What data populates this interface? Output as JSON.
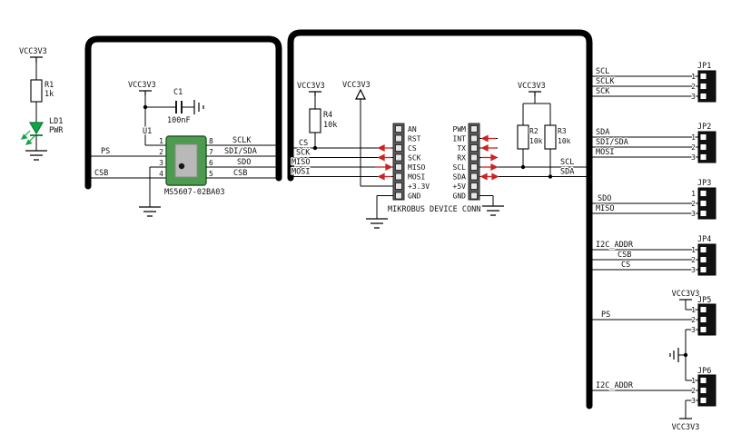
{
  "colors": {
    "wire": "#000000",
    "bus": "#000000",
    "direction_arrow": "#cc2222",
    "led_green": "#12a34a",
    "chip_body_green": "#4e9a4e",
    "connector_gray": "#5a5a5a"
  },
  "power": {
    "vcc": "VCC3V3"
  },
  "components": {
    "r1": {
      "ref": "R1",
      "value": "1k"
    },
    "r2": {
      "ref": "R2",
      "value": "10k"
    },
    "r3": {
      "ref": "R3",
      "value": "10k"
    },
    "r4": {
      "ref": "R4",
      "value": "10k"
    },
    "c1": {
      "ref": "C1",
      "value": "100nF"
    },
    "led": {
      "ref": "LD1",
      "label": "PWR"
    },
    "u1": {
      "ref": "U1",
      "part": "MS5607-02BA03",
      "pin_numbers_left": [
        "1",
        "2",
        "3",
        "4"
      ],
      "pin_numbers_right": [
        "8",
        "7",
        "6",
        "5"
      ]
    }
  },
  "nets": {
    "ps": "PS",
    "csb": "CSB",
    "cs": "CS",
    "sck": "SCK",
    "miso": "MISO",
    "mosi": "MOSI",
    "scl": "SCL",
    "sda": "SDA",
    "sclk": "SCLK",
    "sdi_sda": "SDI/SDA",
    "sdo": "SDO",
    "i2c_addr": "I2C_ADDR"
  },
  "mikrobus": {
    "title": "MIKROBUS DEVICE CONN",
    "left_pins": [
      "AN",
      "RST",
      "CS",
      "SCK",
      "MISO",
      "MOSI",
      "+3.3V",
      "GND"
    ],
    "right_pins": [
      "PWM",
      "INT",
      "TX",
      "RX",
      "SCL",
      "SDA",
      "+5V",
      "GND"
    ]
  },
  "jumpers": {
    "pin_numbers": [
      "1",
      "2",
      "3"
    ],
    "jp1": {
      "ref": "JP1"
    },
    "jp2": {
      "ref": "JP2"
    },
    "jp3": {
      "ref": "JP3"
    },
    "jp4": {
      "ref": "JP4"
    },
    "jp5": {
      "ref": "JP5"
    },
    "jp6": {
      "ref": "JP6"
    }
  }
}
